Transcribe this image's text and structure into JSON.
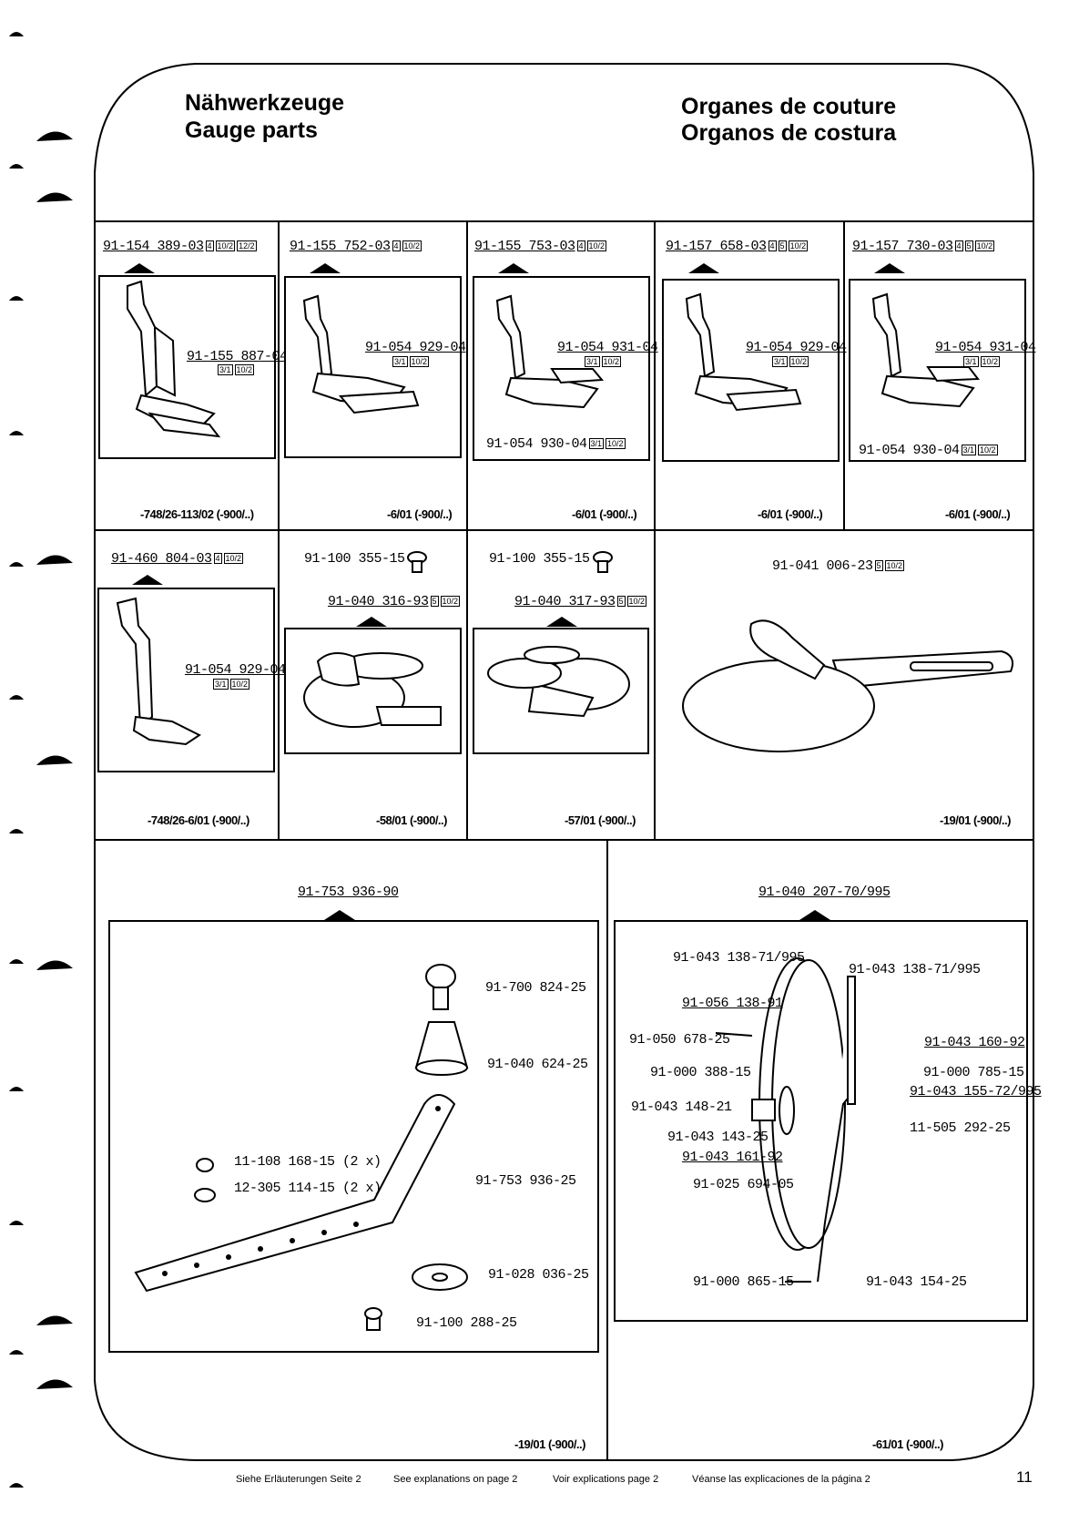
{
  "header": {
    "de": "Nähwerkzeuge",
    "en": "Gauge parts",
    "fr": "Organes de couture",
    "es": "Organos de costura"
  },
  "row1": [
    {
      "part": "91-154 389-03",
      "codes": [
        "4",
        "10/2",
        "12/2"
      ],
      "sub": [
        "91-155 887-04"
      ],
      "sub_codes": [
        [
          "3/1",
          "10/2"
        ]
      ],
      "ref": "-748/26-113/02 (-900/..)"
    },
    {
      "part": "91-155 752-03",
      "codes": [
        "4",
        "10/2"
      ],
      "sub": [
        "91-054 929-04"
      ],
      "sub_codes": [
        [
          "3/1",
          "10/2"
        ]
      ],
      "ref": "-6/01 (-900/..)"
    },
    {
      "part": "91-155 753-03",
      "codes": [
        "4",
        "10/2"
      ],
      "sub": [
        "91-054 931-04",
        "91-054 930-04"
      ],
      "sub_codes": [
        [
          "3/1",
          "10/2"
        ],
        [
          "3/1",
          "10/2"
        ]
      ],
      "ref": "-6/01 (-900/..)"
    },
    {
      "part": "91-157 658-03",
      "codes": [
        "4",
        "5",
        "10/2"
      ],
      "sub": [
        "91-054 929-04"
      ],
      "sub_codes": [
        [
          "3/1",
          "10/2"
        ]
      ],
      "ref": "-6/01 (-900/..)"
    },
    {
      "part": "91-157 730-03",
      "codes": [
        "4",
        "5",
        "10/2"
      ],
      "sub": [
        "91-054 931-04",
        "91-054 930-04"
      ],
      "sub_codes": [
        [
          "3/1",
          "10/2"
        ],
        [
          "3/1",
          "10/2"
        ]
      ],
      "ref": "-6/01 (-900/..)"
    }
  ],
  "row2": [
    {
      "part": "91-460 804-03",
      "codes": [
        "4",
        "10/2"
      ],
      "sub": [
        "91-054 929-04"
      ],
      "sub_codes": [
        [
          "3/1",
          "10/2"
        ]
      ],
      "ref": "-748/26-6/01 (-900/..)"
    },
    {
      "screw": "91-100 355-15",
      "part": "91-040 316-93",
      "codes": [
        "5",
        "10/2"
      ],
      "ref": "-58/01 (-900/..)"
    },
    {
      "screw": "91-100 355-15",
      "part": "91-040 317-93",
      "codes": [
        "5",
        "10/2"
      ],
      "ref": "-57/01 (-900/..)"
    },
    {
      "part": "91-041 006-23",
      "codes": [
        "5",
        "10/2"
      ],
      "ref": "-19/01 (-900/..)"
    }
  ],
  "row3_left": {
    "part": "91-753 936-90",
    "labels": [
      "91-700 824-25",
      "91-040 624-25",
      "11-108 168-15 (2 x)",
      "12-305 114-15 (2 x)",
      "91-753 936-25",
      "91-028 036-25",
      "91-100 288-25"
    ],
    "ref": "-19/01 (-900/..)"
  },
  "row3_right": {
    "part": "91-040 207-70/995",
    "labels": [
      "91-043 138-71/995",
      "91-043 138-71/995",
      "91-056 138-91",
      "91-050 678-25",
      "91-043 160-92",
      "91-000 388-15",
      "91-000 785-15",
      "91-043 155-72/995",
      "91-043 148-21",
      "11-505 292-25",
      "91-043 143-25",
      "91-043 161-92",
      "91-025 694-05",
      "91-000 865-15",
      "91-043 154-25"
    ],
    "ref": "-61/01 (-900/..)"
  },
  "footer": {
    "de": "Siehe Erläuterungen Seite 2",
    "en": "See explanations on page 2",
    "fr": "Voir explications page 2",
    "es": "Véanse las explicaciones de la página 2",
    "page": "11"
  }
}
